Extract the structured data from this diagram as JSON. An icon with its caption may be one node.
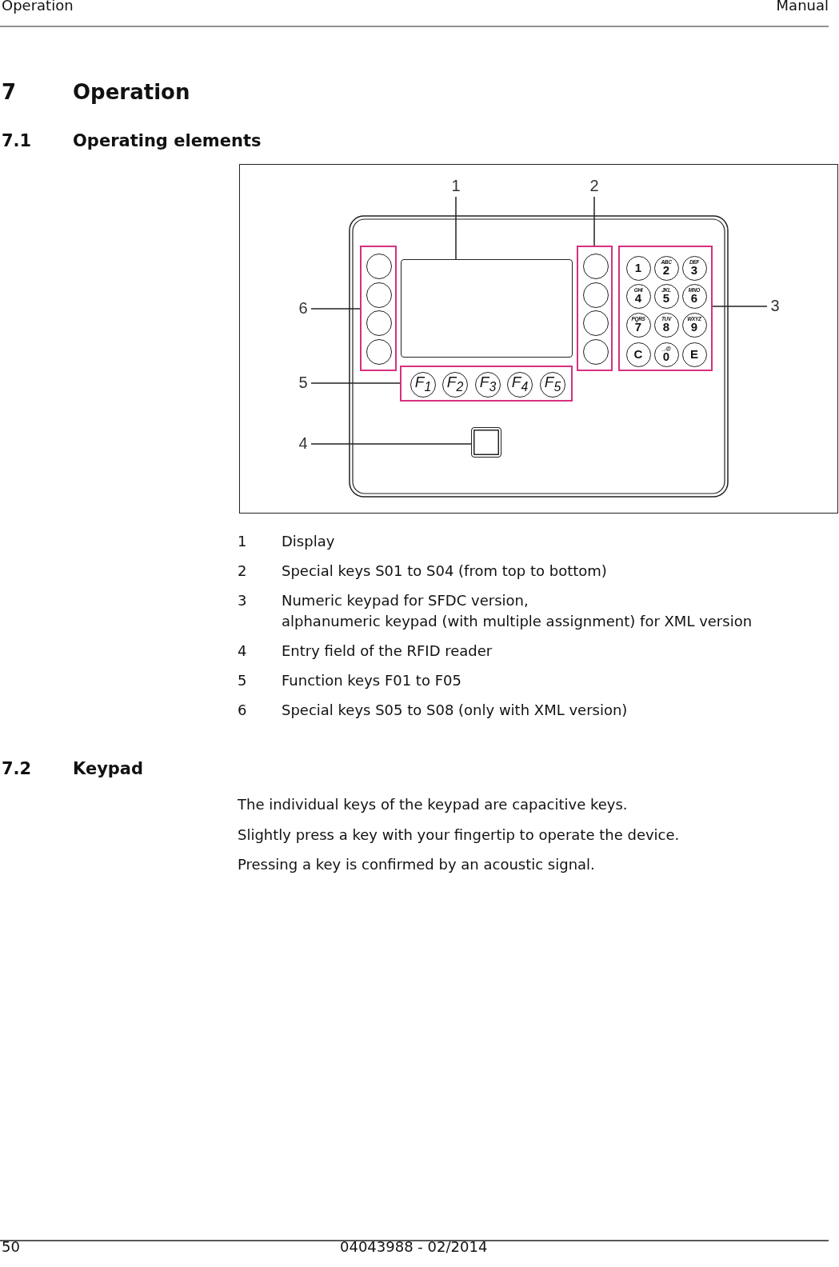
{
  "diagram": {
    "nodes": [
      {
        "text": [
          "1"
        ]
      },
      {
        "text": [
          "2"
        ]
      },
      {
        "text": [
          "6"
        ]
      },
      {
        "text": [
          "3"
        ]
      },
      {
        "text": [
          "5"
        ]
      },
      {
        "text": [
          "4"
        ]
      },
      {
        "text": [],
        "shape": "box"
      },
      {
        "text": [],
        "shape": "circle",
        "in": 6
      },
      {
        "text": [],
        "shape": "circle",
        "in": 6
      },
      {
        "text": [],
        "shape": "circle",
        "in": 6
      },
      {
        "text": [],
        "shape": "circle",
        "in": 6
      },
      {
        "text": [],
        "shape": "box"
      },
      {
        "text": [],
        "shape": "box"
      },
      {
        "text": [],
        "shape": "circle",
        "in": 12
      },
      {
        "text": [],
        "shape": "circle",
        "in": 12
      },
      {
        "text": [],
        "shape": "circle",
        "in": 12
      },
      {
        "text": [],
        "shape": "circle",
        "in": 12
      },
      {
        "text": [],
        "shape": "box"
      },
      {
        "text": [
          "1"
        ],
        "in": 17
      },
      {
        "text": [
          "ABC",
          "2"
        ],
        "in": 17
      },
      {
        "text": [
          "DEF",
          "3"
        ],
        "in": 17
      },
      {
        "text": [
          "GHI",
          "4"
        ],
        "in": 17
      },
      {
        "text": [
          "JKL",
          "5"
        ],
        "in": 17
      },
      {
        "text": [
          "MNO",
          "6"
        ],
        "in": 17
      },
      {
        "text": [
          "PQRS",
          "7"
        ],
        "in": 17
      },
      {
        "text": [
          "TUV",
          "8"
        ],
        "in": 17
      },
      {
        "text": [
          "WXYZ",
          "9"
        ],
        "in": 17
      },
      {
        "text": [
          "C"
        ],
        "in": 17
      },
      {
        "text": [
          "_.@",
          "0"
        ],
        "in": 17
      },
      {
        "text": [
          "E"
        ],
        "in": 17
      },
      {
        "text": [],
        "shape": "box"
      },
      {
        "text": [
          "F$_{1}$"
        ],
        "in": 30
      },
      {
        "text": [
          "F$_{2}$"
        ],
        "in": 30
      },
      {
        "text": [
          "F$_{3}$"
        ],
        "in": 30
      },
      {
        "text": [
          "F$_{4}$"
        ],
        "in": 30
      },
      {
        "text": [
          "F$_{5}$"
        ],
        "in": 30
      },
      {
        "text": [],
        "shape": "box"
      }
    ],
    "edges": [
      {
        "from": 0,
        "to": 11,
        "arrow": "none"
      },
      {
        "from": 1,
        "to": 12,
        "arrow": "none"
      },
      {
        "from": 2,
        "to": 6,
        "arrow": "none"
      },
      {
        "from": 3,
        "to": 17,
        "arrow": "none"
      },
      {
        "from": 4,
        "to": 30,
        "arrow": "none"
      },
      {
        "from": 5,
        "to": 36,
        "arrow": "none"
      }
    ],
    "labels": [
      "Operation",
      "Manual",
      "7",
      "Operation",
      "7.1",
      "Operating elements",
      "1",
      "Display",
      "2",
      "Special keys S01 to S04 (from top to bottom)",
      "3",
      "Numeric keypad for SFDC version,",
      "alphanumeric keypad (with multiple assignment) for XML version",
      "4",
      "Entry field of the RFID reader",
      "5",
      "Function keys F01 to F05",
      "6",
      "Special keys S05 to S08 (only with XML version)",
      "7.2",
      "Keypad",
      "The individual keys of the keypad are capacitive keys.",
      "Slightly press a key with your fingertip to operate the device.",
      "Pressing a key is confirmed by an acoustic signal.",
      "50",
      "04043988 - 02/2014"
    ]
  }
}
